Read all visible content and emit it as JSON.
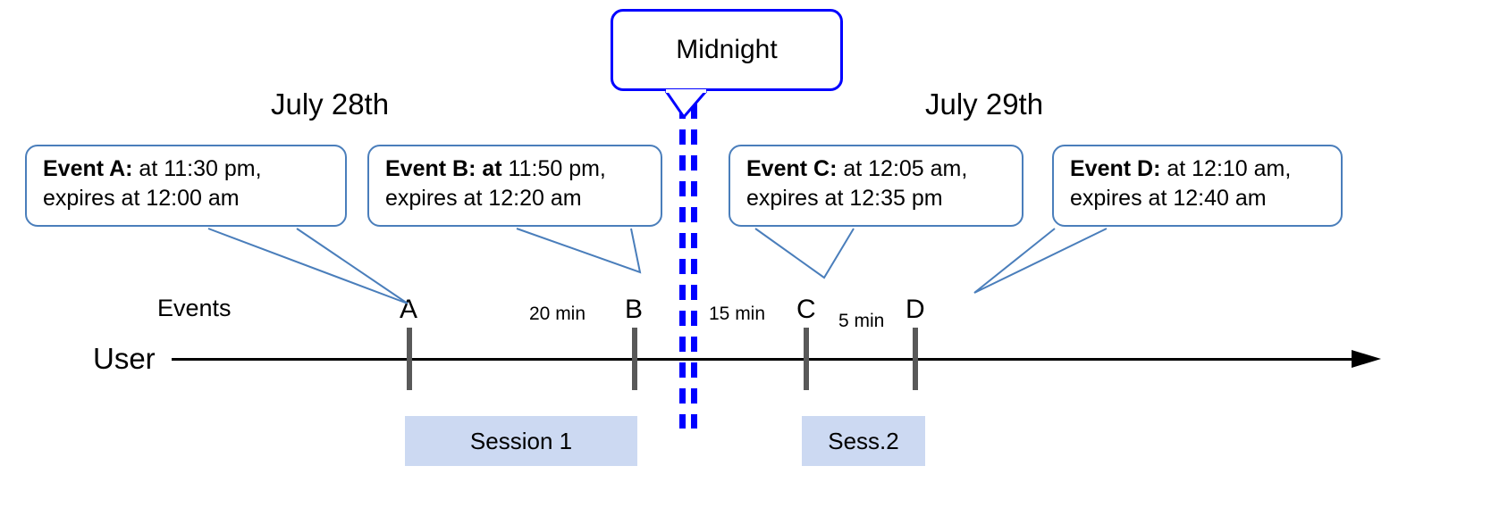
{
  "midnight": {
    "label": "Midnight"
  },
  "dates": [
    {
      "label": "July 28th"
    },
    {
      "label": "July 29th"
    }
  ],
  "callouts": [
    {
      "id": "event-a",
      "lead": "Event A:",
      "line1_rest": " at 11:30 pm,",
      "line2": "expires at 12:00 am"
    },
    {
      "id": "event-b",
      "lead": "Event B: at",
      "line1_rest": " 11:50 pm,",
      "line2": "expires at 12:20 am"
    },
    {
      "id": "event-c",
      "lead": "Event C:",
      "line1_rest": " at 12:05 am,",
      "line2": "expires at 12:35 pm"
    },
    {
      "id": "event-d",
      "lead": "Event D:",
      "line1_rest": "  at 12:10 am,",
      "line2": "expires at 12:40 am"
    }
  ],
  "lanes": {
    "events_label": "Events",
    "user_label": "User"
  },
  "markers": [
    {
      "id": "marker-a",
      "label": "A"
    },
    {
      "id": "marker-b",
      "label": "B"
    },
    {
      "id": "marker-c",
      "label": "C"
    },
    {
      "id": "marker-d",
      "label": "D"
    }
  ],
  "intervals": [
    {
      "id": "interval-ab",
      "label": "20 min"
    },
    {
      "id": "interval-bc",
      "label": "15 min"
    },
    {
      "id": "interval-cd",
      "label": "5 min"
    }
  ],
  "sessions": [
    {
      "id": "session-1",
      "label": "Session 1"
    },
    {
      "id": "session-2",
      "label": "Sess.2"
    }
  ],
  "colors": {
    "callout_border": "#4a7ebb",
    "midnight_blue": "#0000ff",
    "session_fill": "#ccd9f2",
    "tick": "#595959",
    "axis": "#000000"
  }
}
